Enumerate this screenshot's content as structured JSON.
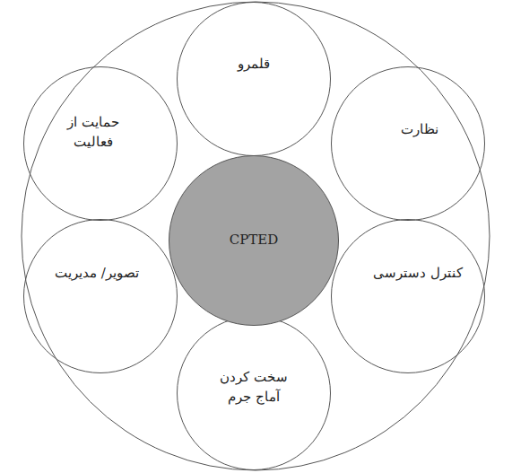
{
  "diagram": {
    "nodes": [
      {
        "text": [
          "قلمرو"
        ]
      },
      {
        "text": [
          "نظارت"
        ]
      },
      {
        "text": [
          "کنترل دسترسی"
        ]
      },
      {
        "text": [
          "سخت کردن آماج جرم"
        ]
      },
      {
        "text": [
          "تصویر/ مدیریت"
        ]
      },
      {
        "text": [
          "حمایت از فعالیت"
        ]
      },
      {
        "text": [
          "CPTED"
        ]
      }
    ]
  }
}
